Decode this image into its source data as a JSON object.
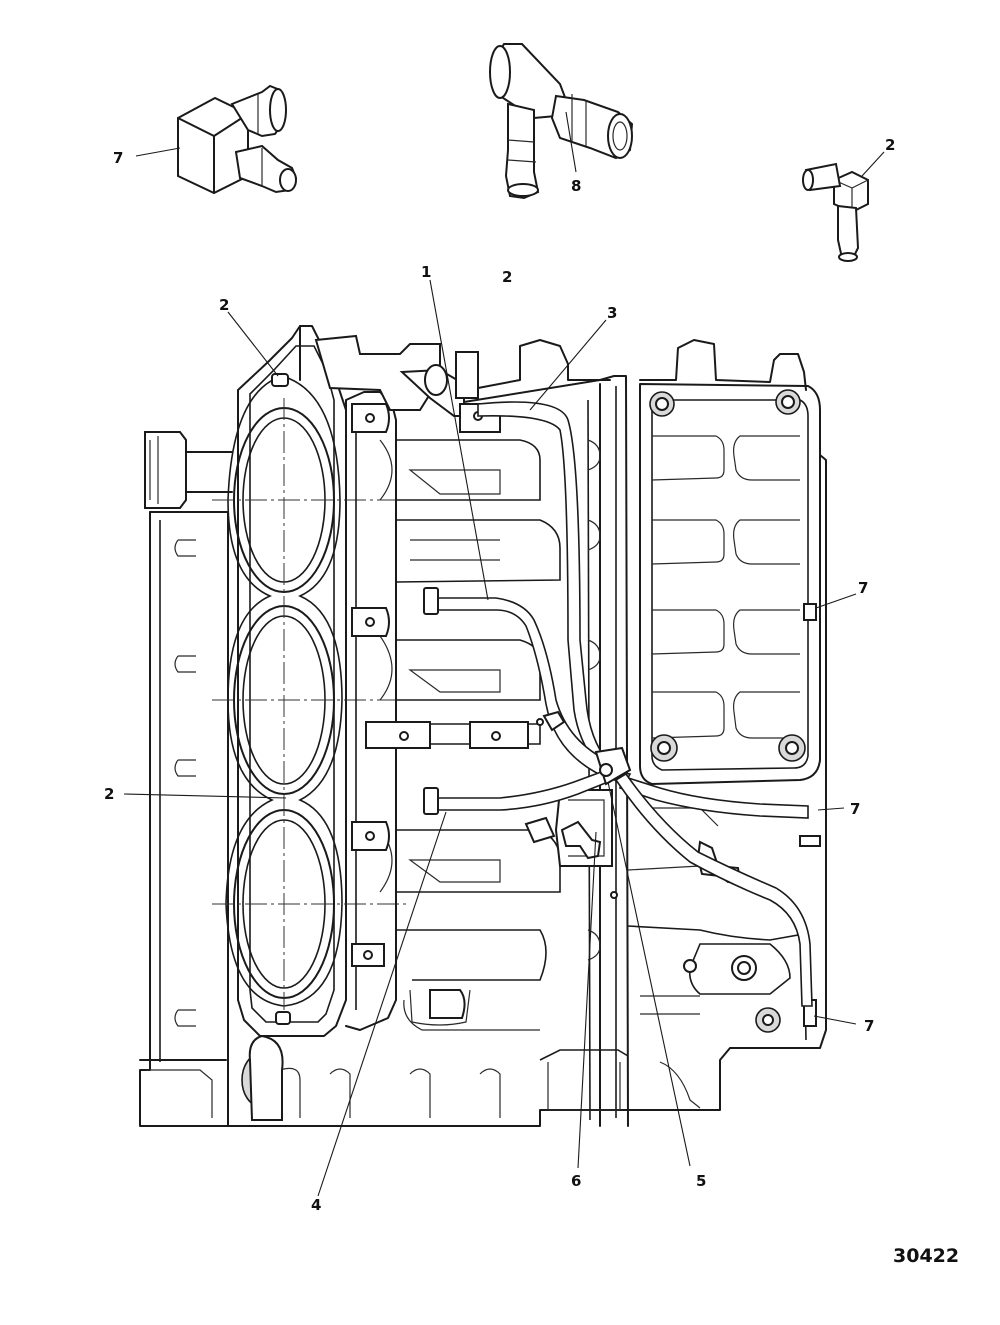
{
  "figure": {
    "id": "30422"
  },
  "callouts": {
    "c1": "1",
    "c2_top": "2",
    "c2_upper_left": "2",
    "c2_mid_left": "2",
    "c2_fitting": "2",
    "c3": "3",
    "c4": "4",
    "c5": "5",
    "c6": "6",
    "c7_fitting": "7",
    "c7_upper_right": "7",
    "c7_mid_right": "7",
    "c7_lower_right": "7",
    "c8": "8"
  }
}
